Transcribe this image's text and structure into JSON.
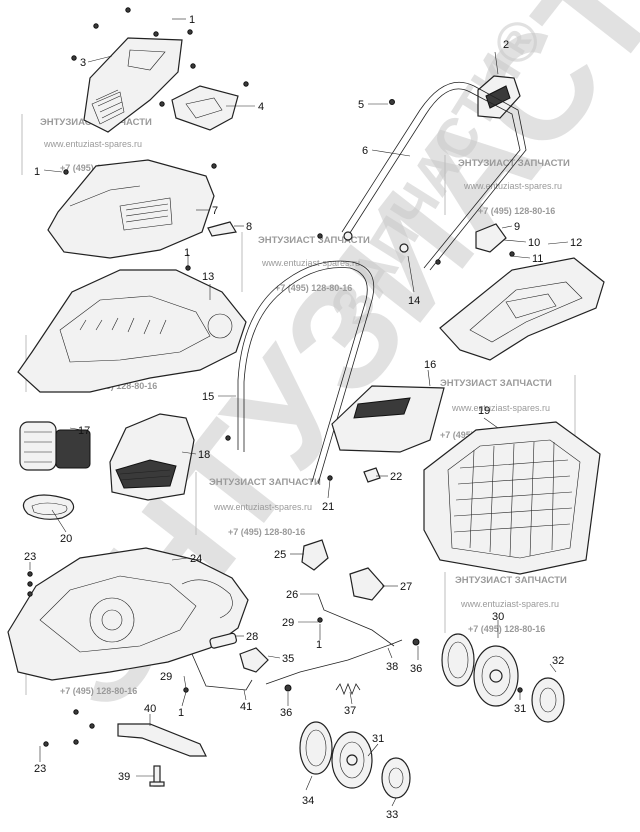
{
  "watermark": {
    "company": "ЭНТУЗИАСТ ЗАПЧАСТИ",
    "website": "www.entuziast-spares.ru",
    "phone": "+7 (495) 128-80-16",
    "big_text": "ЭНТУЗИАСТ",
    "diagonal_text": "ЗАПЧАСТИ®"
  },
  "callouts": [
    "1",
    "2",
    "3",
    "4",
    "5",
    "6",
    "7",
    "8",
    "9",
    "10",
    "11",
    "12",
    "13",
    "14",
    "15",
    "16",
    "17",
    "18",
    "19",
    "20",
    "21",
    "22",
    "23",
    "24",
    "25",
    "26",
    "27",
    "28",
    "29",
    "30",
    "31",
    "32",
    "33",
    "34",
    "35",
    "36",
    "37",
    "38",
    "39",
    "40",
    "41"
  ]
}
